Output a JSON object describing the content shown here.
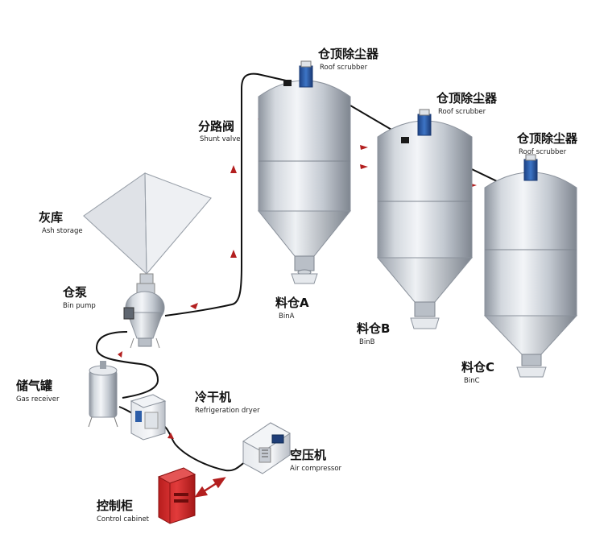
{
  "labels": {
    "roof_scrubber_a": {
      "cn": "仓顶除尘器",
      "en": "Roof scrubber"
    },
    "roof_scrubber_b": {
      "cn": "仓顶除尘器",
      "en": "Roof scrubber"
    },
    "roof_scrubber_c": {
      "cn": "仓顶除尘器",
      "en": "Roof scrubber"
    },
    "shunt_valve": {
      "cn": "分路阀",
      "en": "Shunt valve"
    },
    "ash_storage": {
      "cn": "灰库",
      "en": "Ash storage"
    },
    "bin_pump": {
      "cn": "仓泵",
      "en": "Bin pump"
    },
    "bin_a": {
      "cn": "料仓A",
      "en": "BinA"
    },
    "bin_b": {
      "cn": "料仓B",
      "en": "BinB"
    },
    "bin_c": {
      "cn": "料仓C",
      "en": "BinC"
    },
    "gas_receiver": {
      "cn": "储气罐",
      "en": "Gas receiver"
    },
    "refrigeration_dryer": {
      "cn": "冷干机",
      "en": "Refrigeration dryer"
    },
    "air_compressor": {
      "cn": "空压机",
      "en": "Air compressor"
    },
    "control_cabinet": {
      "cn": "控制柜",
      "en": "Control cabinet"
    }
  },
  "colors": {
    "pipe": "#111111",
    "silo_light": "#eef1f5",
    "silo_mid": "#c7ccd4",
    "silo_dark": "#8d949e",
    "scrubber_blue": "#2c5da8",
    "cabinet_red": "#d12a2a",
    "arrow_red": "#b31f1f"
  }
}
